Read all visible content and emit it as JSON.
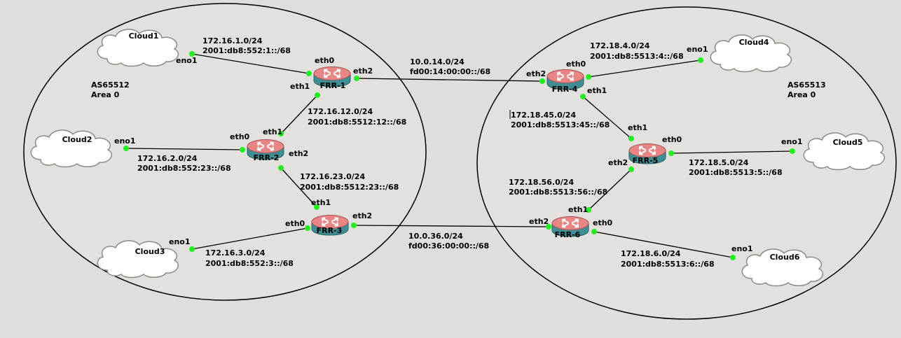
{
  "areas": [
    {
      "id": "as1",
      "as": "AS65512",
      "area": "Area 0"
    },
    {
      "id": "as2",
      "as": "AS65513",
      "area": "Area 0"
    }
  ],
  "clouds": [
    {
      "id": "cloud1",
      "label": "Cloud1"
    },
    {
      "id": "cloud2",
      "label": "Cloud2"
    },
    {
      "id": "cloud3",
      "label": "Cloud3"
    },
    {
      "id": "cloud4",
      "label": "Cloud4"
    },
    {
      "id": "cloud5",
      "label": "Cloud5"
    },
    {
      "id": "cloud6",
      "label": "Cloud6"
    }
  ],
  "routers": [
    {
      "id": "frr1",
      "label": "FRR-1"
    },
    {
      "id": "frr2",
      "label": "FRR-2"
    },
    {
      "id": "frr3",
      "label": "FRR-3"
    },
    {
      "id": "frr4",
      "label": "FRR-4"
    },
    {
      "id": "frr5",
      "label": "FRR-5"
    },
    {
      "id": "frr6",
      "label": "FRR-6"
    }
  ],
  "links": [
    {
      "id": "l1",
      "from": "cloud1",
      "to": "frr1",
      "v4": "172.16.1.0/24",
      "v6": "2001:db8:552:1::/68",
      "from_if": "eno1",
      "to_if": "eth0"
    },
    {
      "id": "l2",
      "from": "cloud2",
      "to": "frr2",
      "v4": "172.16.2.0/24",
      "v6": "2001:db8:552:23::/68",
      "from_if": "eno1",
      "to_if": "eth0"
    },
    {
      "id": "l3",
      "from": "cloud3",
      "to": "frr3",
      "v4": "172.16.3.0/24",
      "v6": "2001:db8:552:3::/68",
      "from_if": "eno1",
      "to_if": "eth0"
    },
    {
      "id": "l4",
      "from": "frr1",
      "to": "frr2",
      "v4": "172.16.12.0/24",
      "v6": "2001:db8:5512:12::/68",
      "from_if": "eth1",
      "to_if": "eth1"
    },
    {
      "id": "l5",
      "from": "frr2",
      "to": "frr3",
      "v4": "172.16.23.0/24",
      "v6": "2001:db8:5512:23::/68",
      "from_if": "eth2",
      "to_if": "eth1"
    },
    {
      "id": "l6",
      "from": "frr1",
      "to": "frr4",
      "v4": "10.0.14.0/24",
      "v6": "fd00:14:00:00::/68",
      "from_if": "eth2",
      "to_if": "eth2"
    },
    {
      "id": "l7",
      "from": "frr3",
      "to": "frr6",
      "v4": "10.0.36.0/24",
      "v6": "fd00:36:00:00::/68",
      "from_if": "eth2",
      "to_if": "eth2"
    },
    {
      "id": "l8",
      "from": "cloud4",
      "to": "frr4",
      "v4": "172.18.4.0/24",
      "v6": "2001:db8:5513:4::/68",
      "from_if": "eno1",
      "to_if": "eth0"
    },
    {
      "id": "l9",
      "from": "frr4",
      "to": "frr5",
      "v4": "172.18.45.0/24",
      "v6": "2001:db8:5513:45::/68",
      "from_if": "eth1",
      "to_if": "eth1"
    },
    {
      "id": "l10",
      "from": "frr5",
      "to": "cloud5",
      "v4": "172.18.5.0/24",
      "v6": "2001:db8:5513:5::/68",
      "from_if": "eth0",
      "to_if": "eno1"
    },
    {
      "id": "l11",
      "from": "frr5",
      "to": "frr6",
      "v4": "172.18.56.0/24",
      "v6": "2001:db8:5513:56::/68",
      "from_if": "eth2",
      "to_if": "eth1"
    },
    {
      "id": "l12",
      "from": "frr6",
      "to": "cloud6",
      "v4": "172.18.6.0/24",
      "v6": "2001:db8:5513:6::/68",
      "from_if": "eth0",
      "to_if": "eno1"
    }
  ],
  "colors": {
    "background": "#dedede",
    "area_fill": "#e3e1dd",
    "port": "#22ee22",
    "router_top": "#e88585",
    "router_side": "#3e8e94",
    "cloud_fill": "#ffffff"
  }
}
